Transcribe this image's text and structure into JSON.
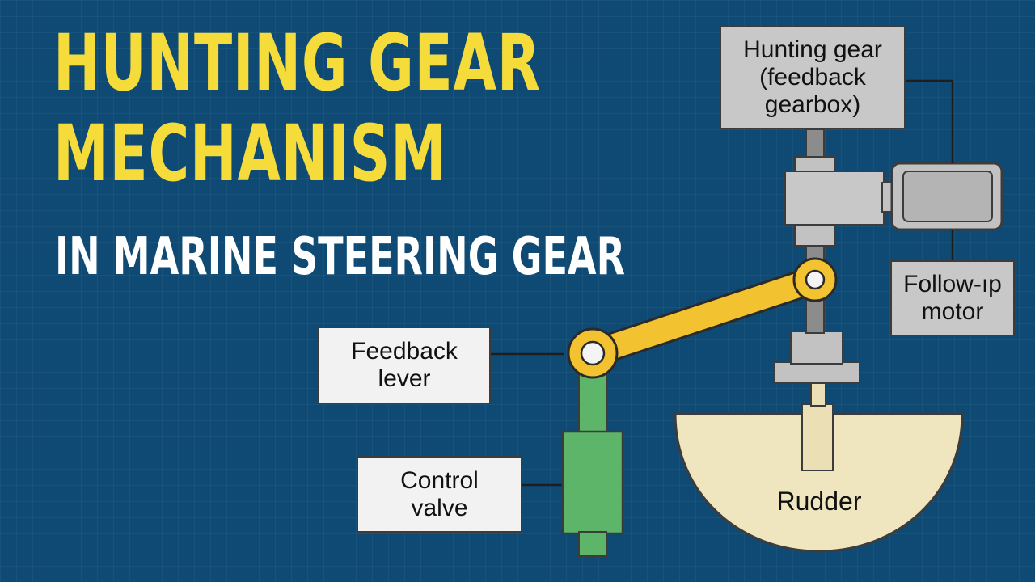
{
  "title": {
    "line1": "HUNTING GEAR",
    "line2": "MECHANISM",
    "subtitle": "IN MARINE STEERING GEAR"
  },
  "labels": {
    "hunting_gear": "Hunting gear\n(feedback\ngearbox)",
    "follow_up_motor": "Follow-ıp\nmotor",
    "feedback_lever": "Feedback\nlever",
    "control_valve": "Control\nvalve",
    "rudder": "Rudder"
  },
  "colors": {
    "background": "#0e4a73",
    "title": "#f5dc3a",
    "lever": "#f2c230",
    "valve": "#5db56a",
    "rudder": "#efe6bf",
    "box": "#c8c8c8"
  }
}
